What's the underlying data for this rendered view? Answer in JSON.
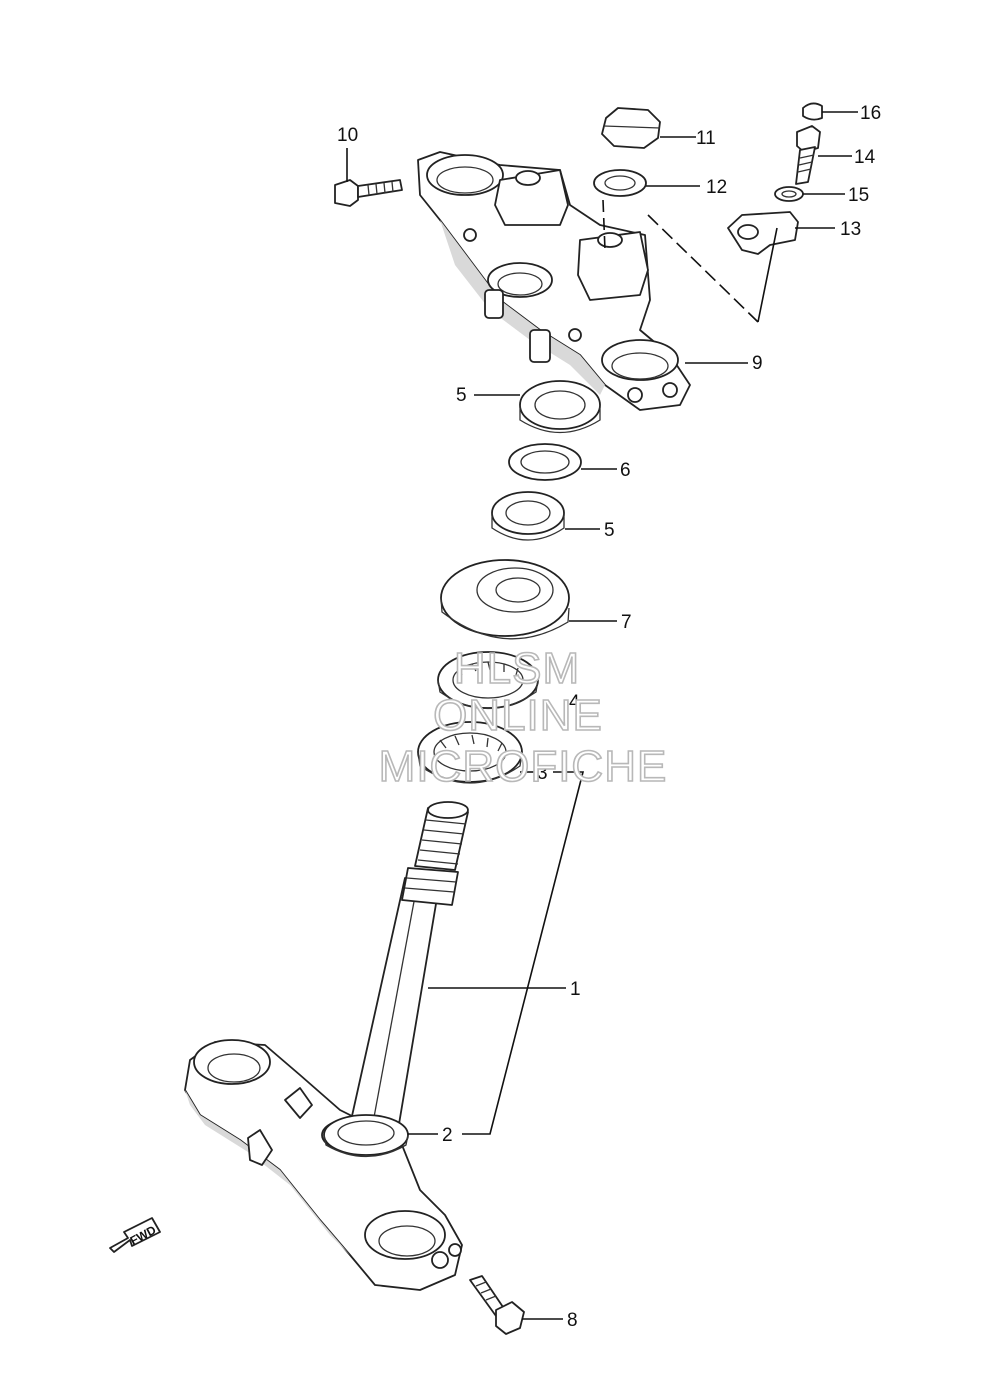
{
  "labels": {
    "p1": "1",
    "p2": "2",
    "p3": "3",
    "p4": "4",
    "p5a": "5",
    "p5b": "5",
    "p6": "6",
    "p7": "7",
    "p8": "8",
    "p9": "9",
    "p10": "10",
    "p11": "11",
    "p12": "12",
    "p13": "13",
    "p14": "14",
    "p15": "15",
    "p16": "16"
  },
  "watermark": {
    "line1": "HLSM",
    "line2": "ONLINE",
    "line3": "MICROFICHE"
  },
  "fwd": "FWD"
}
